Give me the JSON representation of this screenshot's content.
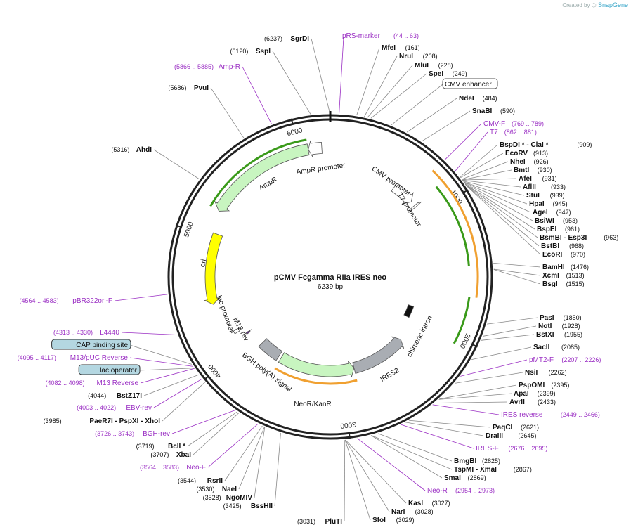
{
  "credit": {
    "prefix": "Created by",
    "brand": "SnapGene"
  },
  "plasmid": {
    "name": "pCMV Fcgamma RIIa IRES neo",
    "size_label": "6239 bp",
    "length": 6239
  },
  "colors": {
    "backbone": "#222222",
    "primer": "#9b30c4",
    "feature_gray": "#a9adb3",
    "feature_green": "#c8f5c0",
    "ori_yellow": "#ffff00",
    "orf_orange": "#f0a030",
    "orf_green": "#3a9a1a",
    "misc_box": "#b4d7e1"
  },
  "ticks": [
    {
      "label": "1000",
      "pos": 1000
    },
    {
      "label": "2000",
      "pos": 2000
    },
    {
      "label": "3000",
      "pos": 3000
    },
    {
      "label": "4000",
      "pos": 4000
    },
    {
      "label": "5000",
      "pos": 5000
    },
    {
      "label": "6000",
      "pos": 6000
    }
  ],
  "features": [
    {
      "name": "CMV enhancer",
      "label": "CMV enhancer",
      "start": 235,
      "end": 614,
      "type": "box"
    },
    {
      "name": "CMV promoter",
      "label": "CMV promoter",
      "start": 615,
      "end": 818,
      "type": "arrow"
    },
    {
      "name": "T7 promoter",
      "label": "T7 promoter",
      "start": 862,
      "end": 880,
      "type": "arrow"
    },
    {
      "name": "chimeric intron",
      "label": "chimeric intron",
      "start": 1900,
      "end": 2032,
      "type": "bar"
    },
    {
      "name": "IRES2",
      "label": "IRES2",
      "start": 2280,
      "end": 2866,
      "type": "arrow"
    },
    {
      "name": "NeoR/KanR",
      "label": "NeoR/KanR",
      "start": 2867,
      "end": 3661,
      "type": "arrow"
    },
    {
      "name": "BGH poly(A) signal",
      "label": "BGH poly(A) signal",
      "start": 3690,
      "end": 3914,
      "type": "box"
    },
    {
      "name": "M13 rev",
      "label": "M13 rev",
      "start": 4082,
      "end": 4098,
      "type": "arrow"
    },
    {
      "name": "lac promoter",
      "label": "lac promoter",
      "start": 4145,
      "end": 4175,
      "type": "arrow"
    },
    {
      "name": "ori",
      "label": "ori",
      "start": 4450,
      "end": 5038,
      "type": "arrow"
    },
    {
      "name": "AmpR",
      "label": "AmpR",
      "start": 5209,
      "end": 6069,
      "type": "arrow"
    },
    {
      "name": "AmpR promoter",
      "label": "AmpR promoter",
      "start": 6070,
      "end": 6174,
      "type": "arrow"
    }
  ],
  "right_labels": [
    {
      "name": "MfeI",
      "coord": "(161)"
    },
    {
      "name": "NruI",
      "coord": "(208)"
    },
    {
      "name": "MluI",
      "coord": "(228)"
    },
    {
      "name": "SpeI",
      "coord": "(249)"
    },
    {
      "name": "CMV enhancer",
      "coord": ""
    },
    {
      "name": "NdeI",
      "coord": "(484)"
    },
    {
      "name": "SnaBI",
      "coord": "(590)"
    },
    {
      "name": "CMV-F",
      "coord": "(769 .. 789)"
    },
    {
      "name": "T7",
      "coord": "(862 .. 881)"
    },
    {
      "name": "BspDI * - ClaI *",
      "coord": "(909)"
    },
    {
      "name": "EcoRV",
      "coord": "(913)"
    },
    {
      "name": "NheI",
      "coord": "(926)"
    },
    {
      "name": "BmtI",
      "coord": "(930)"
    },
    {
      "name": "AfeI",
      "coord": "(931)"
    },
    {
      "name": "AflII",
      "coord": "(933)"
    },
    {
      "name": "StuI",
      "coord": "(939)"
    },
    {
      "name": "HpaI",
      "coord": "(945)"
    },
    {
      "name": "AgeI",
      "coord": "(947)"
    },
    {
      "name": "BsiWI",
      "coord": "(953)"
    },
    {
      "name": "BspEI",
      "coord": "(961)"
    },
    {
      "name": "BsmBI - Esp3I",
      "coord": "(963)"
    },
    {
      "name": "BstBI",
      "coord": "(968)"
    },
    {
      "name": "EcoRI",
      "coord": "(970)"
    },
    {
      "name": "BamHI",
      "coord": "(1476)"
    },
    {
      "name": "XcmI",
      "coord": "(1513)"
    },
    {
      "name": "BsgI",
      "coord": "(1515)"
    },
    {
      "name": "PasI",
      "coord": "(1850)"
    },
    {
      "name": "NotI",
      "coord": "(1928)"
    },
    {
      "name": "BstXI",
      "coord": "(1955)"
    },
    {
      "name": "SacII",
      "coord": "(2085)"
    },
    {
      "name": "pMT2-F",
      "coord": "(2207 .. 2226)"
    },
    {
      "name": "NsiI",
      "coord": "(2262)"
    },
    {
      "name": "PspOMI",
      "coord": "(2395)"
    },
    {
      "name": "ApaI",
      "coord": "(2399)"
    },
    {
      "name": "AvrII",
      "coord": "(2433)"
    },
    {
      "name": "IRES reverse",
      "coord": "(2449 .. 2466)"
    },
    {
      "name": "PaqCI",
      "coord": "(2621)"
    },
    {
      "name": "DraIII",
      "coord": "(2645)"
    },
    {
      "name": "IRES-F",
      "coord": "(2676 .. 2695)"
    },
    {
      "name": "BmgBI",
      "coord": "(2825)"
    },
    {
      "name": "TspMI - XmaI",
      "coord": "(2867)"
    },
    {
      "name": "SmaI",
      "coord": "(2869)"
    },
    {
      "name": "Neo-R",
      "coord": "(2954 .. 2973)"
    },
    {
      "name": "KasI",
      "coord": "(3027)"
    },
    {
      "name": "NarI",
      "coord": "(3028)"
    },
    {
      "name": "SfoI",
      "coord": "(3029)"
    }
  ],
  "left_labels": [
    {
      "name": "SgrDI",
      "coord": "(6237)"
    },
    {
      "name": "SspI",
      "coord": "(6120)"
    },
    {
      "name": "Amp-R",
      "coord": "(5866 .. 5885)"
    },
    {
      "name": "PvuI",
      "coord": "(5686)"
    },
    {
      "name": "AhdI",
      "coord": "(5316)"
    },
    {
      "name": "pBR322ori-F",
      "coord": "(4564 .. 4583)"
    },
    {
      "name": "L4440",
      "coord": "(4313 .. 4330)"
    },
    {
      "name": "CAP binding site",
      "coord": ""
    },
    {
      "name": "M13/pUC Reverse",
      "coord": "(4095 .. 4117)"
    },
    {
      "name": "lac operator",
      "coord": ""
    },
    {
      "name": "M13 Reverse",
      "coord": "(4082 .. 4098)"
    },
    {
      "name": "BstZ17I",
      "coord": "(4044)"
    },
    {
      "name": "EBV-rev",
      "coord": "(4003 .. 4022)"
    },
    {
      "name": "PaeR7I - PspXI - XhoI",
      "coord": "(3985)"
    },
    {
      "name": "BGH-rev",
      "coord": "(3726 .. 3743)"
    },
    {
      "name": "BclI *",
      "coord": "(3719)"
    },
    {
      "name": "XbaI",
      "coord": "(3707)"
    },
    {
      "name": "Neo-F",
      "coord": "(3564 .. 3583)"
    },
    {
      "name": "RsrII",
      "coord": "(3544)"
    },
    {
      "name": "NaeI",
      "coord": "(3530)"
    },
    {
      "name": "NgoMIV",
      "coord": "(3528)"
    },
    {
      "name": "BssHII",
      "coord": "(3425)"
    },
    {
      "name": "PluTI",
      "coord": "(3031)"
    }
  ],
  "top_primer": {
    "name": "pRS-marker",
    "coord": "(44 .. 63)"
  }
}
